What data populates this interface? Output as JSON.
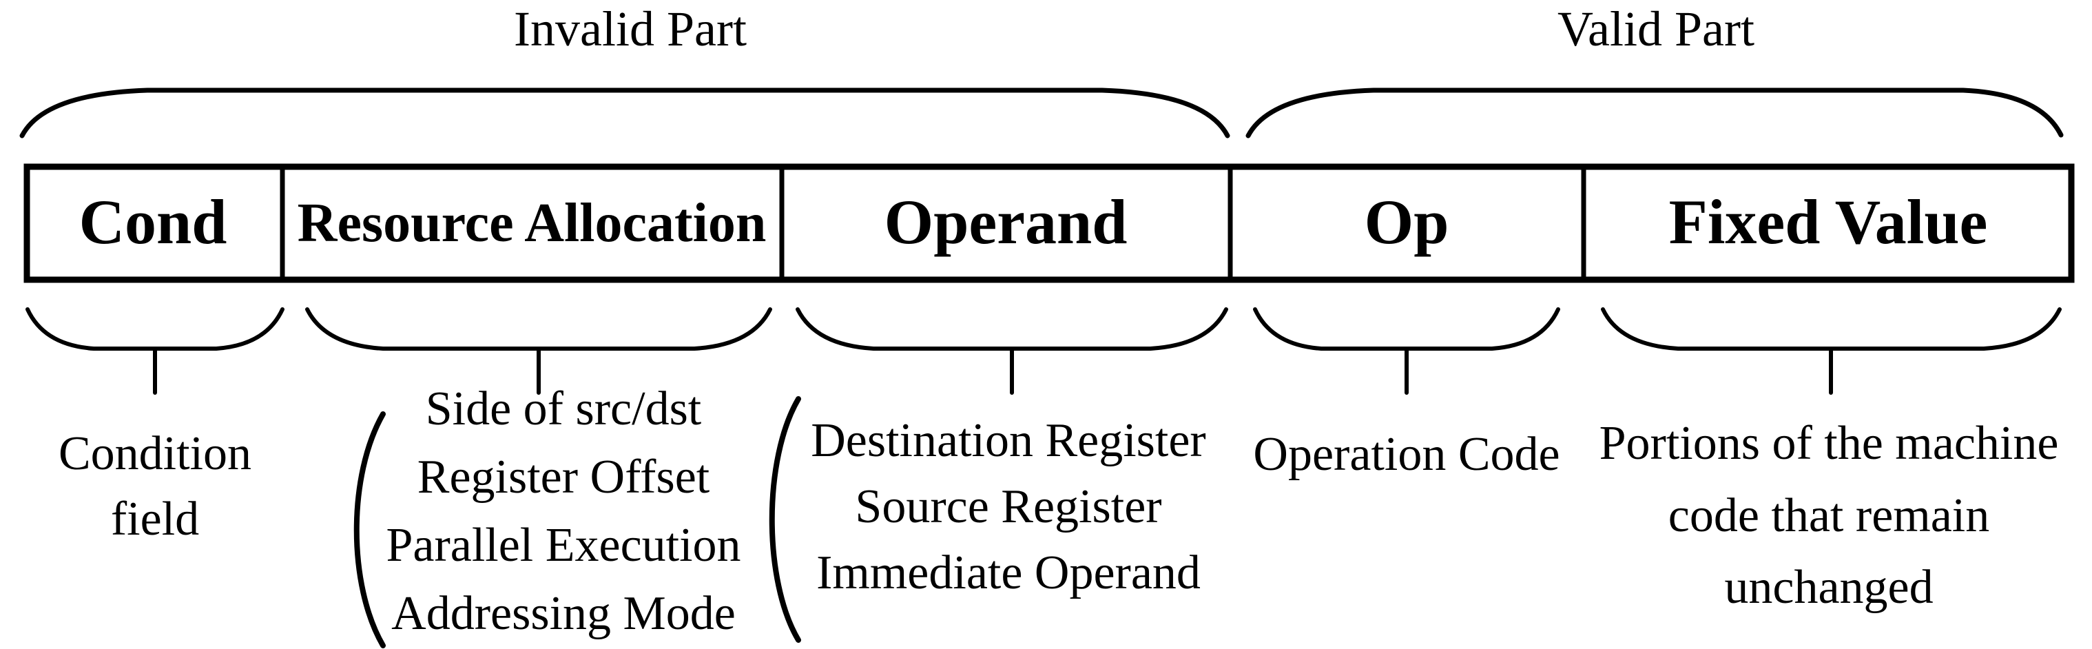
{
  "diagram": {
    "top_labels": {
      "invalid": "Invalid Part",
      "valid": "Valid Part"
    },
    "fields": [
      {
        "name": "Cond",
        "desc": [
          "Condition",
          "field"
        ]
      },
      {
        "name": "Resource Allocation",
        "desc": [
          "Side of src/dst",
          "Register Offset",
          "Parallel Execution",
          "Addressing Mode"
        ]
      },
      {
        "name": "Operand",
        "desc": [
          "Destination Register",
          "Source Register",
          "Immediate Operand"
        ]
      },
      {
        "name": "Op",
        "desc": [
          "Operation Code"
        ]
      },
      {
        "name": "Fixed Value",
        "desc": [
          "Portions of the machine",
          "code that remain",
          "unchanged"
        ]
      }
    ],
    "colors": {
      "ink": "#000000",
      "background": "#ffffff"
    }
  }
}
